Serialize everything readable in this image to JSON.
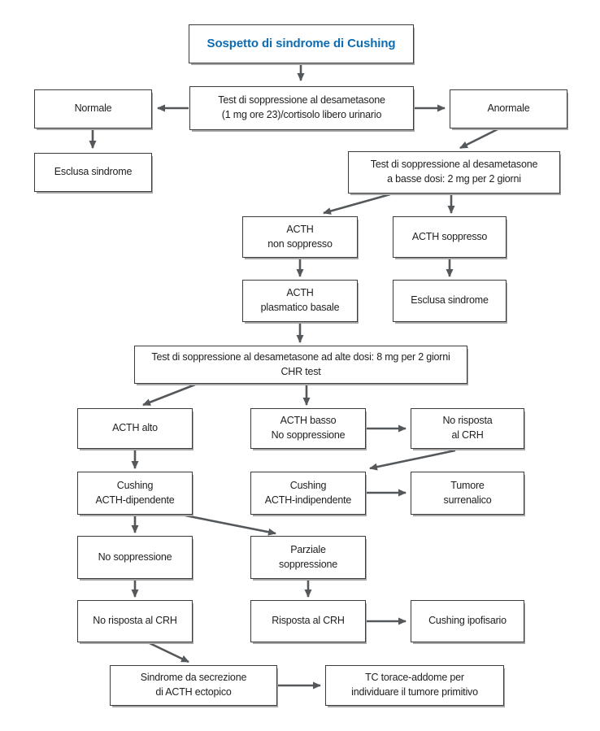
{
  "diagram": {
    "type": "flowchart",
    "language": "it",
    "colors": {
      "title_text": "#0d6cb2",
      "body_text": "#1e1e1e",
      "box_border": "#3b3b3b",
      "box_shadow": "#a6a6a6",
      "arrow": "#54585b",
      "background": "#ffffff"
    },
    "nodes": {
      "title": {
        "label": "Sospetto di sindrome di Cushing"
      },
      "test_desametasone": {
        "label": "Test di soppressione al desametasone\n(1 mg ore 23)/cortisolo libero urinario"
      },
      "normale": {
        "label": "Normale"
      },
      "anormale": {
        "label": "Anormale"
      },
      "esclusa_sindrome_1": {
        "label": "Esclusa sindrome"
      },
      "test_basse_dosi": {
        "label": "Test di soppressione al desametasone\na basse dosi: 2 mg per 2 giorni"
      },
      "acth_non_soppresso": {
        "label": "ACTH\nnon soppresso"
      },
      "acth_soppresso": {
        "label": "ACTH soppresso"
      },
      "acth_plasmatico_basale": {
        "label": "ACTH\nplasmatico basale"
      },
      "esclusa_sindrome_2": {
        "label": "Esclusa sindrome"
      },
      "test_alte_dosi": {
        "label": "Test di soppressione al desametasone ad alte dosi: 8 mg per 2 giorni\nCHR test"
      },
      "acth_alto": {
        "label": "ACTH  alto"
      },
      "acth_basso": {
        "label": "ACTH  basso\nNo soppressione"
      },
      "no_risposta_crh_1": {
        "label": "No risposta\nal CRH"
      },
      "cushing_acth_dipendente": {
        "label": "Cushing\nACTH-dipendente"
      },
      "cushing_acth_indipendente": {
        "label": "Cushing\nACTH-indipendente"
      },
      "tumore_surrenalico": {
        "label": "Tumore\nsurrenalico"
      },
      "no_soppressione": {
        "label": "No soppressione"
      },
      "parziale_soppressione": {
        "label": "Parziale\nsoppressione"
      },
      "no_risposta_crh_2": {
        "label": "No risposta al CRH"
      },
      "risposta_crh": {
        "label": "Risposta al CRH"
      },
      "cushing_ipofisario": {
        "label": "Cushing ipofisario"
      },
      "sindrome_acth_ectopico": {
        "label": "Sindrome da secrezione\ndi ACTH ectopico"
      },
      "tc_torace_addome": {
        "label": "TC torace-addome per\nindividuare il tumore primitivo"
      }
    }
  }
}
